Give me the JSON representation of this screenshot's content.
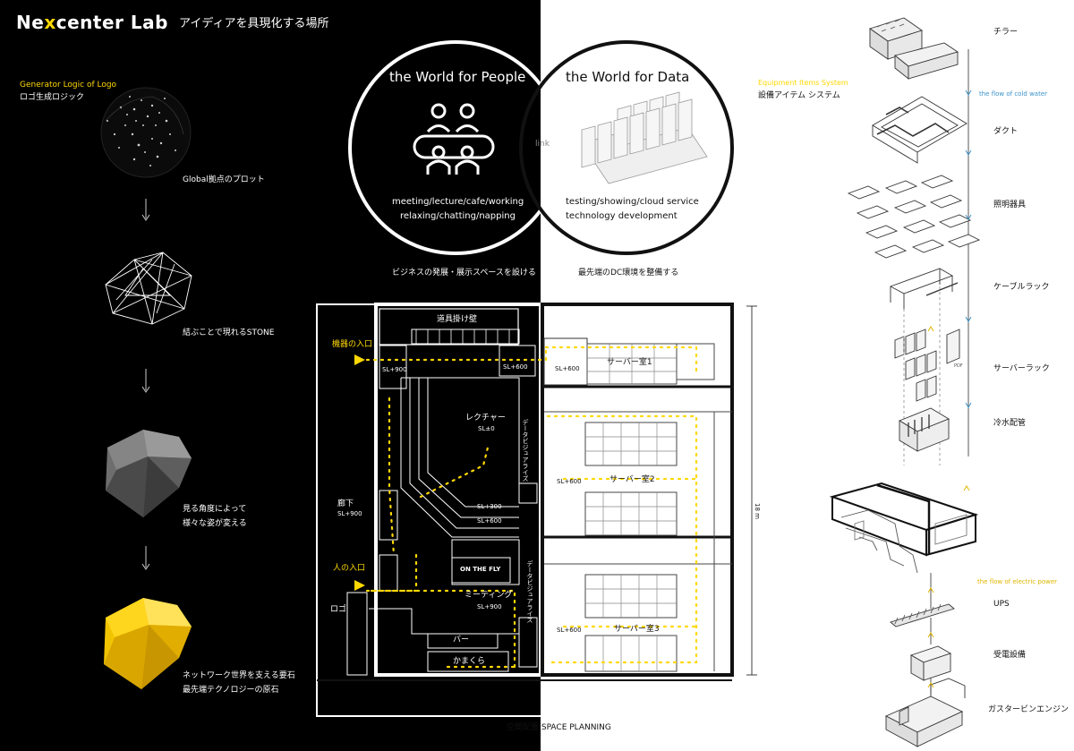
{
  "header": {
    "brand_pre": "Ne",
    "brand_x": "x",
    "brand_post": "center Lab",
    "tagline": "アイディアを具現化する場所"
  },
  "logo_logic": {
    "title_en": "Generator Logic of Logo",
    "title_jp": "ロゴ生成ロジック",
    "steps": [
      "Global拠点のプロット",
      "結ぶことで現れるSTONE",
      "見る角度によって",
      "様々な姿が変える",
      "ネットワーク世界を支える要石",
      "最先端テクノロジーの原石"
    ],
    "arrow": "↓"
  },
  "concept": {
    "people_title": "the World for People",
    "people_lines": [
      "meeting/lecture/cafe/working",
      "relaxing/chatting/napping"
    ],
    "link": "link",
    "data_title": "the World for Data",
    "data_lines": [
      "testing/showing/cloud service",
      "technology development"
    ],
    "people_caption": "ビジネスの発展・展示スペースを設ける",
    "data_caption": "最先端のDC環境を整備する"
  },
  "floor_plan": {
    "tool_wall": "道具掛け壁",
    "equipment_entrance": "機器の入口",
    "sl900_a": "SL+900",
    "sl600_a": "SL+600",
    "server_room_1": "サーバー室1",
    "sl600_b": "SL+600",
    "lecture": "レクチャー",
    "sl0": "SL±0",
    "data_viz_1": "データビジュアライズ",
    "sl300": "SL+300",
    "sl600_c": "SL+600",
    "corridor": "廊下",
    "sl900_b": "SL+900",
    "server_room_2": "サーバー室2",
    "sl600_d": "SL+600",
    "dimension": "18 m",
    "on_the_fly": "ON THE FLY",
    "people_entrance": "人の入口",
    "data_viz_2": "データビジュアライズ",
    "meeting": "ミーティング",
    "sl900_c": "SL+900",
    "logo": "ロゴ",
    "bar": "バー",
    "kamakura": "かまくら",
    "server_room_3": "サーバー室3",
    "sl600_e": "SL+600",
    "caption": "空間配置  SPACE PLANNING"
  },
  "equipment": {
    "title_en": "Equipment Items System",
    "title_jp": "設備アイテム  システム",
    "cold_water_flow": "the flow of cold water",
    "power_flow": "the flow of electric power",
    "pdf": "PDF",
    "items": [
      "チラー",
      "ダクト",
      "照明器具",
      "ケーブルラック",
      "サーバーラック",
      "冷水配管",
      "UPS",
      "受電設備",
      "ガスタービンエンジン"
    ]
  },
  "colors": {
    "dark": "#000000",
    "light": "#ffffff",
    "accent_yellow": "#ffd800",
    "cold_water_blue": "#3a93c9",
    "power_yellow": "#e0b600"
  }
}
